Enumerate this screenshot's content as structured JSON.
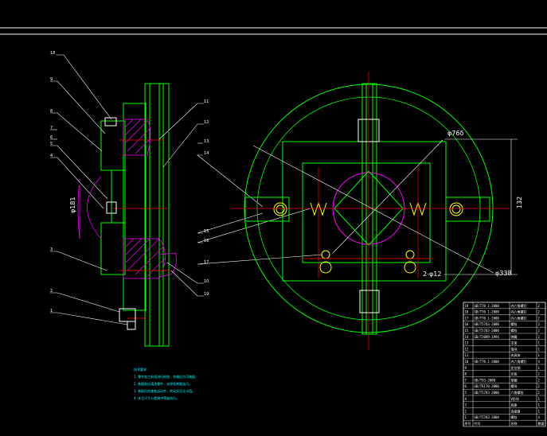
{
  "dimensions": {
    "d_left": "φ181",
    "d_top": "φ76δ",
    "d_outer": "φ338",
    "height": "132",
    "holes": "2-φ12"
  },
  "callouts": [
    "18",
    "9",
    "8",
    "7",
    "6",
    "5",
    "4",
    "3",
    "2",
    "1",
    "11",
    "12",
    "13",
    "14",
    "15",
    "16",
    "17",
    "10",
    "19"
  ],
  "notes": {
    "title": "技术要求",
    "lines": [
      "1. 零件加工前须进行检验，合格后方可装配。",
      "2. 装配前应清洗零件，去除毛刺和油污。",
      "3. 装配后检查各运动件，转动灵活无卡阻。",
      "4. 未注尺寸公差按中等级执行。"
    ]
  },
  "parts_table": {
    "rows": [
      [
        "19",
        "GB/T70.1-2000",
        "内六角螺钉",
        "2"
      ],
      [
        "18",
        "GB/T70.1-2000",
        "内六角螺钉",
        "2"
      ],
      [
        "17",
        "GB/T70.1-2000",
        "内六角螺钉",
        "2"
      ],
      [
        "16",
        "GB/T5783-2000",
        "螺栓",
        "2"
      ],
      [
        "15",
        "GB/T5783-2000",
        "螺栓",
        "2"
      ],
      [
        "14",
        "GB/T2089-1994",
        "弹簧",
        "2"
      ],
      [
        "13",
        "",
        "支架",
        "1"
      ],
      [
        "12",
        "",
        "滑块",
        "1"
      ],
      [
        "11",
        "",
        "夹具体",
        "1"
      ],
      [
        "10",
        "GB/T70.1-2000",
        "内六角螺钉",
        "4"
      ],
      [
        "9",
        "",
        "定位销",
        "1"
      ],
      [
        "8",
        "",
        "压板",
        "2"
      ],
      [
        "7",
        "GB/T93-2000",
        "垫圈",
        "2"
      ],
      [
        "6",
        "GB/T6170-2000",
        "螺母",
        "2"
      ],
      [
        "5",
        "GB/T5783-2000",
        "六角螺栓",
        "2"
      ],
      [
        "4",
        "",
        "V形块",
        "1"
      ],
      [
        "3",
        "",
        "底座",
        "1"
      ],
      [
        "2",
        "",
        "连接盘",
        "1"
      ],
      [
        "1",
        "GB/T5783-2000",
        "螺栓",
        "4"
      ]
    ],
    "header": [
      "序号",
      "代号",
      "名称",
      "数量"
    ]
  }
}
